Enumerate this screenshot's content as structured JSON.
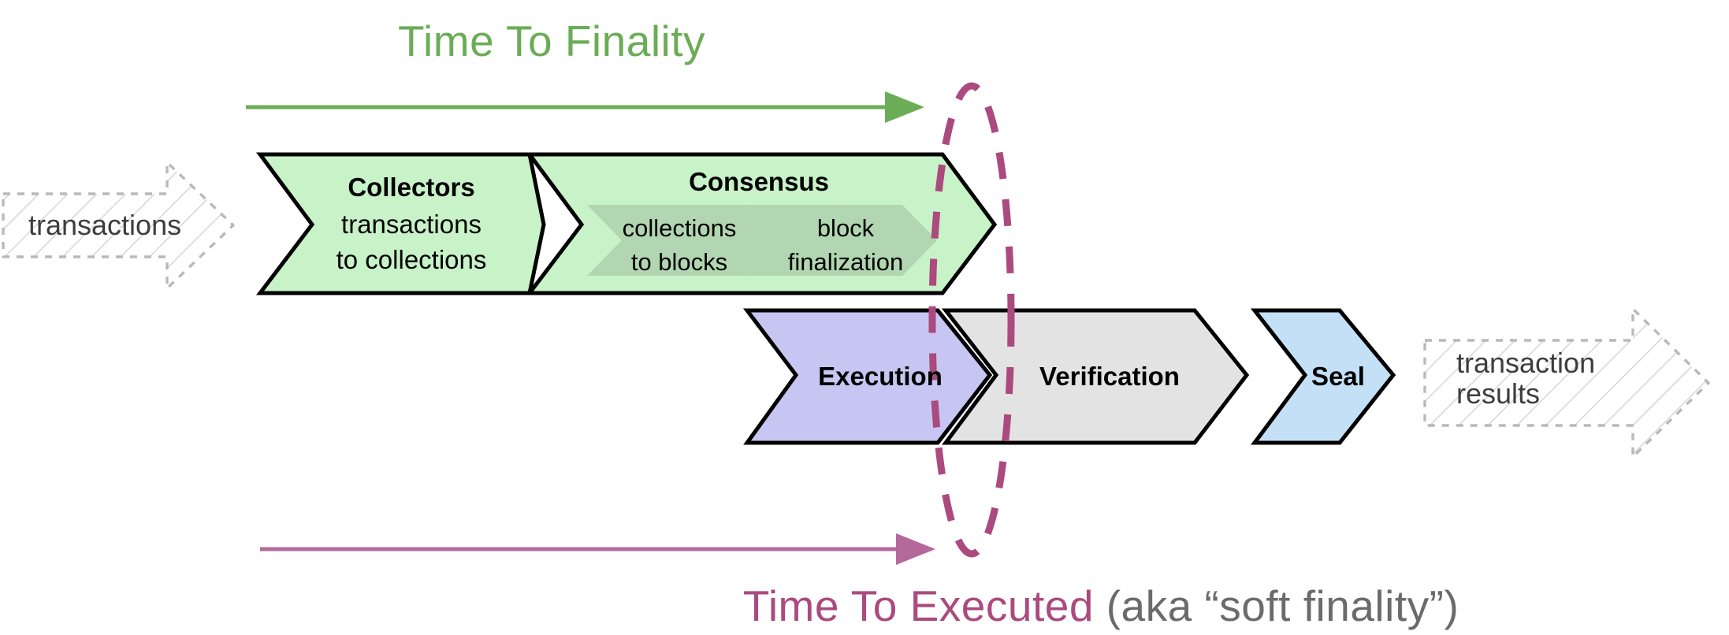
{
  "diagram": {
    "title_top": "Time To Finality",
    "title_bottom_accent": "Time To Executed",
    "title_bottom_rest": " (aka “soft finality”)",
    "colors": {
      "green_accent": "#6aad56",
      "plum_accent": "#ab4a7e",
      "gray_text": "#6b6b6b",
      "consensus_fill": "#c8f2c8",
      "consensus_inner_fill": "#b1d6b1",
      "execution_fill": "#c7c6f2",
      "verification_fill": "#e3e3e3",
      "seal_fill": "#c3e0f7",
      "ghost_stroke": "#b9b9b9",
      "outline": "#000000"
    }
  },
  "inputs": {
    "left": {
      "label": "transactions"
    },
    "right": {
      "label_line1": "transaction",
      "label_line2": "results"
    }
  },
  "stages": {
    "collectors": {
      "title": "Collectors",
      "sub_line1": "transactions",
      "sub_line2": "to collections"
    },
    "consensus": {
      "title": "Consensus",
      "inner": [
        {
          "line1": "collections",
          "line2": "to blocks"
        },
        {
          "line1": "block",
          "line2": "finalization"
        }
      ]
    },
    "execution": {
      "title": "Execution"
    },
    "verification": {
      "title": "Verification"
    },
    "seal": {
      "title": "Seal"
    }
  },
  "annotations": {
    "finality_marker": "dashed-ellipse-finality-boundary",
    "top_arrow": "time-to-finality-arrow",
    "bottom_arrow": "time-to-executed-arrow"
  }
}
